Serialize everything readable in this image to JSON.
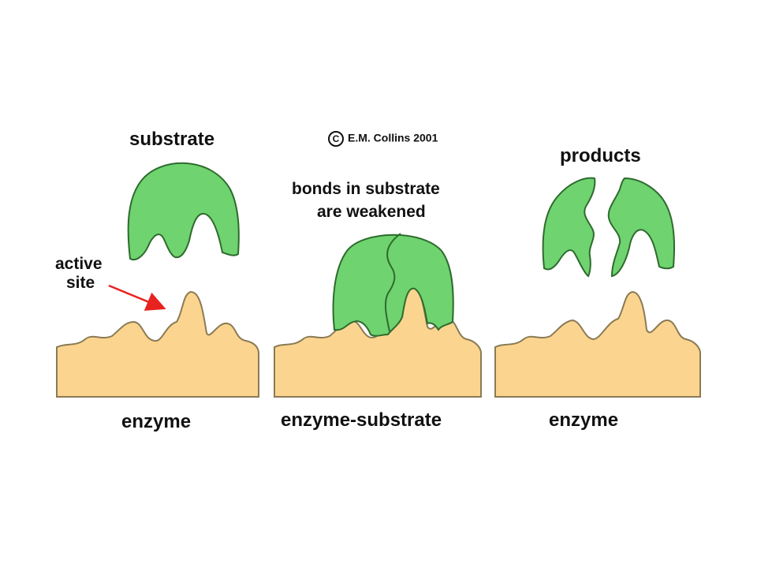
{
  "copyright": {
    "symbol": "C",
    "text": "E.M. Collins 2001"
  },
  "panels": [
    {
      "top_label": "substrate",
      "bottom_label": "enzyme"
    },
    {
      "top_label_line1": "bonds in substrate",
      "top_label_line2": "are weakened",
      "bottom_label": "enzyme-substrate"
    },
    {
      "top_label": "products",
      "bottom_label": "enzyme"
    }
  ],
  "annotation": {
    "line1": "active",
    "line2": "site"
  },
  "colors": {
    "substrate_fill": "#6fd36f",
    "substrate_outline": "#2e6b2e",
    "enzyme_fill": "#fbd58f",
    "enzyme_outline": "#8a7a55",
    "arrow": "#e8231f"
  }
}
